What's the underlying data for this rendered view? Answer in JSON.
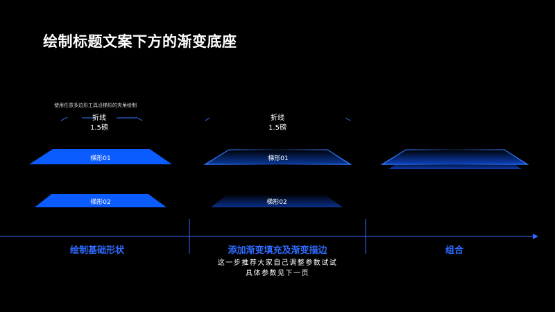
{
  "title": "绘制标题文案下方的渐变底座",
  "note": "使用任意多边形工具沿梯形的夹角绘制",
  "polyline_label": {
    "name": "折线",
    "weight": "1.5磅"
  },
  "shapes": {
    "trapezoid1": "梯形01",
    "trapezoid2": "梯形02"
  },
  "steps": [
    {
      "label": "绘制基础形状"
    },
    {
      "label": "添加渐变填充及渐变描边"
    },
    {
      "label": "组合"
    }
  ],
  "step_description": {
    "line1": "这一步推荐大家自己调整参数试试",
    "line2": "具体参数见下一页"
  },
  "colors": {
    "background": "#000000",
    "accent_blue": "#0a5cff",
    "step_text": "#2f6bff"
  }
}
